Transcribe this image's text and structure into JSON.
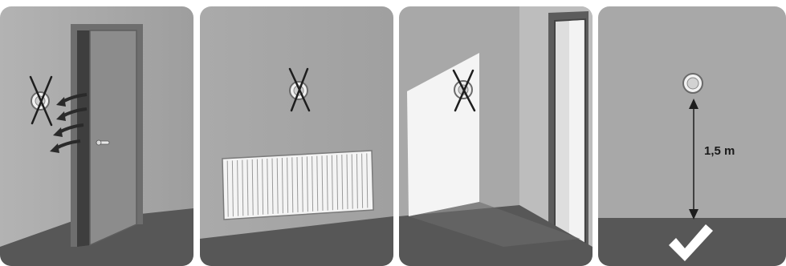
{
  "panels": [
    {
      "scenario": "near-door",
      "verdict": "incorrect"
    },
    {
      "scenario": "above-radiator",
      "verdict": "incorrect"
    },
    {
      "scenario": "direct-sunlight",
      "verdict": "incorrect"
    },
    {
      "scenario": "correct-height",
      "verdict": "correct",
      "height_label": "1,5 m"
    }
  ],
  "colors": {
    "wall": "#a6a6a6",
    "floor": "#575757",
    "mark": "#1e1e1e",
    "sunlight": "#f4f4f4"
  },
  "icons": [
    "cross-mark-icon",
    "check-mark-icon",
    "airflow-arrow-icon",
    "double-arrow-icon",
    "thermostat-sensor-icon"
  ]
}
